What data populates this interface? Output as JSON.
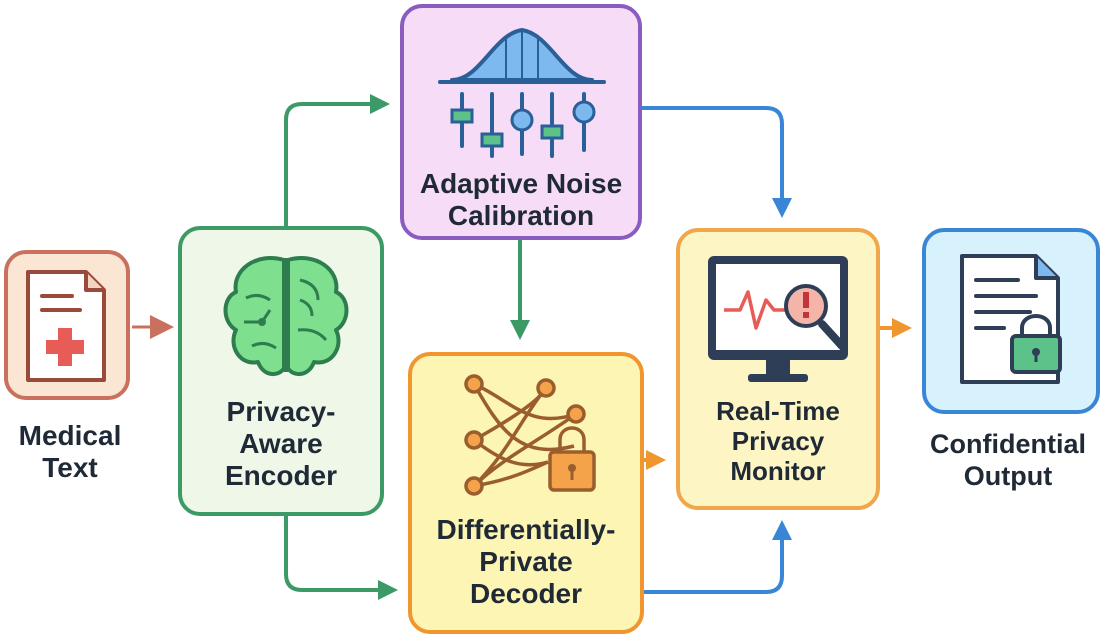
{
  "nodes": {
    "medical_text": {
      "line1": "Medical",
      "line2": "Text",
      "icon": "medical-document-icon",
      "color": "#c9705f"
    },
    "encoder": {
      "line1": "Privacy-",
      "line2": "Aware",
      "line3": "Encoder",
      "icon": "brain-icon",
      "color": "#3c9a67"
    },
    "noise": {
      "line1": "Adaptive Noise",
      "line2": "Calibration",
      "icon": "gaussian-sliders-icon",
      "color": "#8a5cc0"
    },
    "decoder": {
      "line1": "Differentially-",
      "line2": "Private",
      "line3": "Decoder",
      "icon": "network-lock-icon",
      "color": "#f0962e"
    },
    "monitor": {
      "line1": "Real-Time",
      "line2": "Privacy",
      "line3": "Monitor",
      "icon": "monitor-alert-icon",
      "color": "#f0a64a"
    },
    "output": {
      "line1": "Confidential",
      "line2": "Output",
      "icon": "locked-document-icon",
      "color": "#3a86d6"
    }
  },
  "arrow_colors": {
    "red": "#c9705f",
    "green": "#3c9a67",
    "blue": "#3a86d6",
    "orange": "#f0962e"
  }
}
